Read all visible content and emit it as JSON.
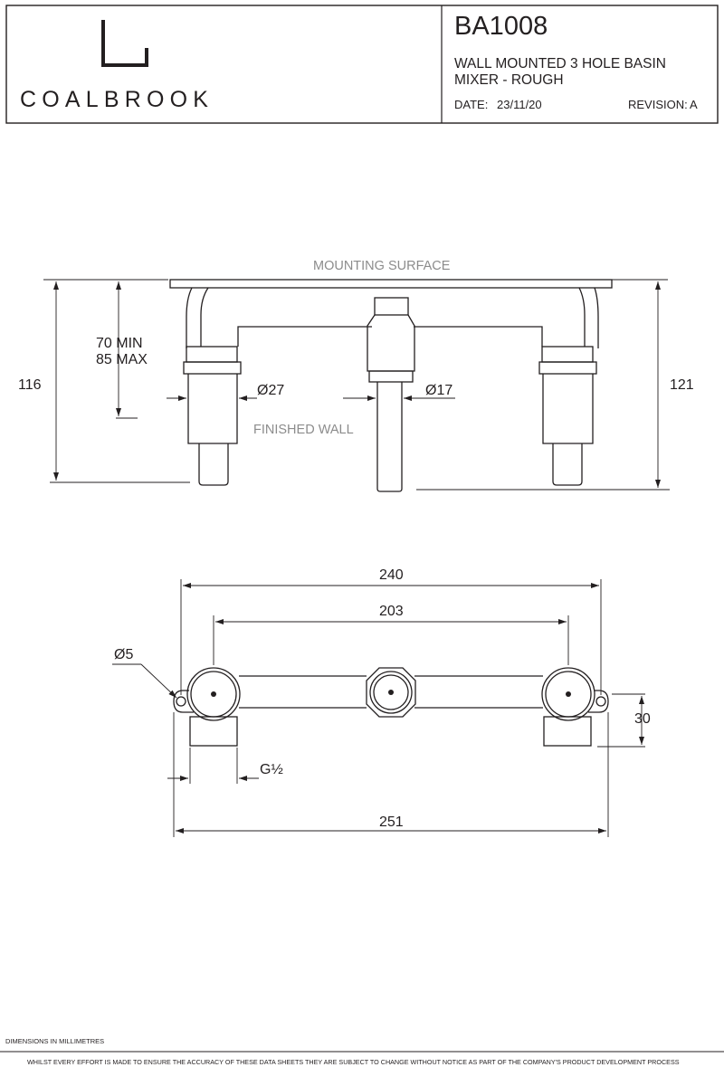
{
  "brand": {
    "name": "COALBROOK",
    "logo_icon": "bracket-logo-icon"
  },
  "titleblock": {
    "code": "BA1008",
    "title_line1": "WALL MOUNTED 3 HOLE BASIN",
    "title_line2": "MIXER - ROUGH",
    "date_label": "DATE:",
    "date_value": "23/11/20",
    "revision_label": "REVISION:",
    "revision_value": "A"
  },
  "side_view": {
    "mounting_surface_label": "MOUNTING SURFACE",
    "finished_wall_label": "FINISHED WALL",
    "depth_min": "70 MIN",
    "depth_max": "85 MAX",
    "height_left": "116",
    "height_right": "121",
    "diameter_body": "Ø27",
    "diameter_spout": "Ø17"
  },
  "plan_view": {
    "width_outer": "240",
    "width_centres": "203",
    "hole_diameter": "Ø5",
    "depth": "30",
    "thread": "G½",
    "width_overall": "251"
  },
  "footer": {
    "units": "DIMENSIONS IN  MILLIMETRES",
    "disclaimer": "WHILST EVERY EFFORT IS MADE TO ENSURE THE ACCURACY OF THESE DATA SHEETS THEY ARE SUBJECT TO CHANGE WITHOUT NOTICE AS PART OF THE COMPANY'S PRODUCT DEVELOPMENT PROCESS"
  },
  "colors": {
    "line": "#231f20",
    "annotation": "#8c8c8c",
    "background": "#ffffff"
  }
}
